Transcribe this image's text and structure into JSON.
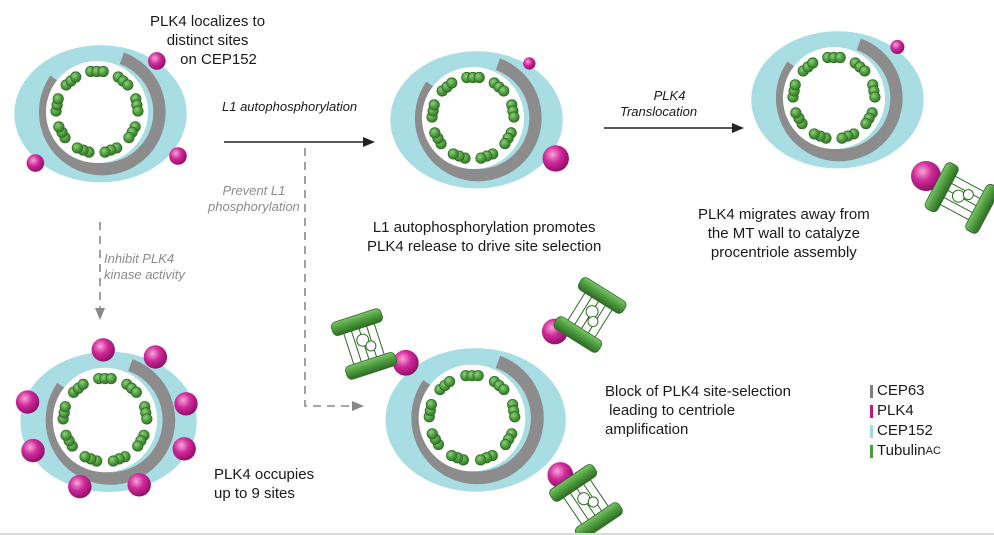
{
  "labels": {
    "top_left": [
      "PLK4 localizes to",
      "distinct sites",
      "on CEP152"
    ],
    "mid_caption": [
      "L1 autophosphorylation promotes",
      "PLK4 release to drive site selection"
    ],
    "right_caption": [
      "PLK4 migrates away from",
      "the MT wall to catalyze",
      "procentriole assembly"
    ],
    "bottom_left": [
      "PLK4 occupies",
      "up to 9 sites"
    ],
    "bottom_right": [
      "Block of PLK4 site-selection",
      " leading to centriole",
      "amplification"
    ]
  },
  "arrows": {
    "l1": "L1 autophosphorylation",
    "translocation": [
      "PLK4",
      "Translocation"
    ],
    "prevent": [
      "Prevent L1",
      "phosphorylation"
    ],
    "inhibit": [
      "Inhibit PLK4",
      "kinase activity"
    ]
  },
  "legend": [
    {
      "label": "CEP63",
      "color": "#808080"
    },
    {
      "label": "PLK4",
      "color": "#c0188a"
    },
    {
      "label": "CEP152",
      "color": "#9fd8e0"
    },
    {
      "label": "Tubulin",
      "sup": "AC",
      "color": "#4f9a3c"
    }
  ],
  "colors": {
    "cep152": "#a8dde4",
    "cep63": "#8c8c8c",
    "plk4": "#c8198f",
    "tubulin": "#4c9a3c",
    "arrow": "#222222",
    "dashed_arrow": "#888888"
  }
}
